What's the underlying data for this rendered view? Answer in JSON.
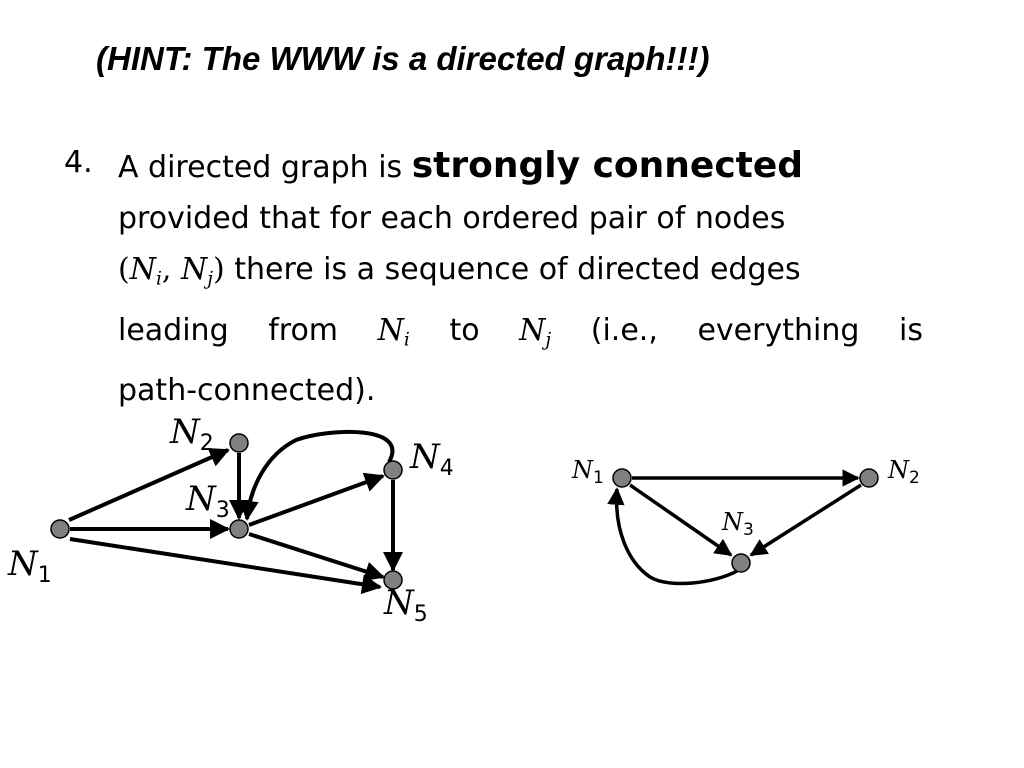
{
  "hint": "(HINT:  The WWW is a directed graph!!!)",
  "definition": {
    "number": "4.",
    "line1_prefix": "A directed graph is",
    "term": "strongly connected",
    "line2": "provided that for each ordered pair of nodes",
    "pair_open": "(",
    "pair_node_i": "N",
    "pair_sub_i": "i",
    "pair_comma": ", ",
    "pair_node_j": "N",
    "pair_sub_j": "j",
    "pair_close": ")",
    "line3_suffix": "there is a sequence of directed edges",
    "line4_leading": "leading",
    "line4_from": "from",
    "line4_node_i": "N",
    "line4_sub_i": "i",
    "line4_to": "to",
    "line4_node_j": "N",
    "line4_sub_j": "j",
    "line4_ie": "(i.e.,",
    "line4_everything": "everything",
    "line4_is": "is",
    "line5": "path-connected)."
  },
  "graphs": [
    {
      "nodes": [
        {
          "id": "n1",
          "letter": "N",
          "sub": "1"
        },
        {
          "id": "n2",
          "letter": "N",
          "sub": "2"
        },
        {
          "id": "n3",
          "letter": "N",
          "sub": "3"
        },
        {
          "id": "n4",
          "letter": "N",
          "sub": "4"
        },
        {
          "id": "n5",
          "letter": "N",
          "sub": "5"
        }
      ],
      "edges": [
        {
          "from": "N1",
          "to": "N2"
        },
        {
          "from": "N1",
          "to": "N3"
        },
        {
          "from": "N1",
          "to": "N5"
        },
        {
          "from": "N2",
          "to": "N3"
        },
        {
          "from": "N3",
          "to": "N4"
        },
        {
          "from": "N3",
          "to": "N5"
        },
        {
          "from": "N4",
          "to": "N3"
        },
        {
          "from": "N4",
          "to": "N5"
        }
      ]
    },
    {
      "nodes": [
        {
          "id": "n1",
          "letter": "N",
          "sub": "1"
        },
        {
          "id": "n2",
          "letter": "N",
          "sub": "2"
        },
        {
          "id": "n3",
          "letter": "N",
          "sub": "3"
        }
      ],
      "edges": [
        {
          "from": "N1",
          "to": "N2"
        },
        {
          "from": "N1",
          "to": "N3"
        },
        {
          "from": "N2",
          "to": "N3"
        },
        {
          "from": "N3",
          "to": "N1"
        }
      ]
    }
  ],
  "colors": {
    "node_fill": "#808080",
    "stroke": "#000000",
    "background": "#ffffff"
  }
}
